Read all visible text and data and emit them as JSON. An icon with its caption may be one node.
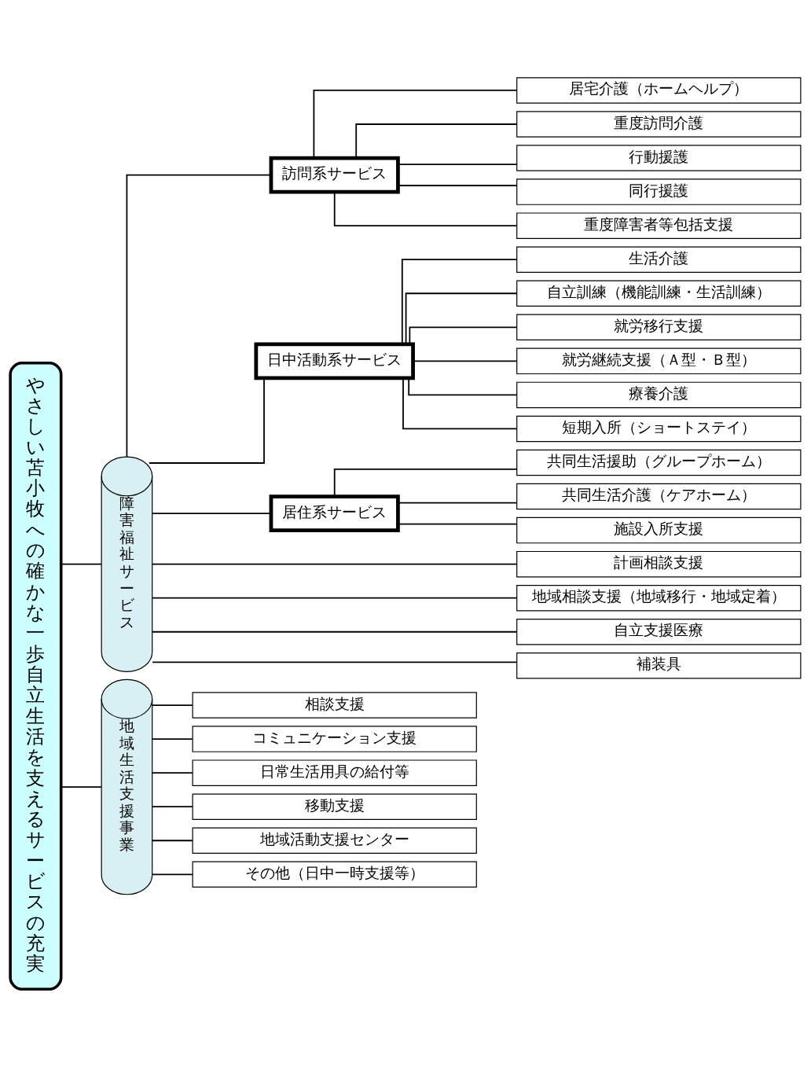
{
  "diagram": {
    "nodes": [
      {
        "text": [
          "やさしい苫小牧への確かな一歩自立生活を支えるサービスの充実"
        ]
      },
      {
        "text": [
          "障害福祉サービス"
        ]
      },
      {
        "text": [
          "訪問系サービス"
        ]
      },
      {
        "text": [
          "居宅介護（ホームヘルプ）"
        ]
      },
      {
        "text": [
          "重度訪問介護"
        ]
      },
      {
        "text": [
          "行動援護"
        ]
      },
      {
        "text": [
          "同行援護"
        ]
      },
      {
        "text": [
          "重度障害者等包括支援"
        ]
      },
      {
        "text": [
          "日中活動系サービス"
        ]
      },
      {
        "text": [
          "生活介護"
        ]
      },
      {
        "text": [
          "自立訓練（機能訓練・生活訓練）"
        ]
      },
      {
        "text": [
          "就労移行支援"
        ]
      },
      {
        "text": [
          "就労継続支援（Ａ型・Ｂ型）"
        ]
      },
      {
        "text": [
          "療養介護"
        ]
      },
      {
        "text": [
          "短期入所（ショートステイ）"
        ]
      },
      {
        "text": [
          "居住系サービス"
        ]
      },
      {
        "text": [
          "共同生活援助（グループホーム）"
        ]
      },
      {
        "text": [
          "共同生活介護（ケアホーム）"
        ]
      },
      {
        "text": [
          "施設入所支援"
        ]
      },
      {
        "text": [
          "計画相談支援"
        ]
      },
      {
        "text": [
          "地域相談支援（地域移行・地域定着）"
        ]
      },
      {
        "text": [
          "自立支援医療"
        ]
      },
      {
        "text": [
          "補装具"
        ]
      },
      {
        "text": [
          "地域生活支援事業"
        ]
      },
      {
        "text": [
          "相談支援"
        ]
      },
      {
        "text": [
          "コミュニケーション支援"
        ]
      },
      {
        "text": [
          "日常生活用具の給付等"
        ]
      },
      {
        "text": [
          "移動支援"
        ]
      },
      {
        "text": [
          "地域活動支援センター"
        ]
      },
      {
        "text": [
          "その他（日中一時支援等）"
        ]
      }
    ],
    "edges": [
      {
        "from": 0,
        "to": 1,
        "arrow": "none"
      },
      {
        "from": 0,
        "to": 23,
        "arrow": "none"
      },
      {
        "from": 1,
        "to": 2,
        "arrow": "none"
      },
      {
        "from": 1,
        "to": 8,
        "arrow": "none"
      },
      {
        "from": 1,
        "to": 15,
        "arrow": "none"
      },
      {
        "from": 1,
        "to": 19,
        "arrow": "none"
      },
      {
        "from": 1,
        "to": 20,
        "arrow": "none"
      },
      {
        "from": 1,
        "to": 21,
        "arrow": "none"
      },
      {
        "from": 1,
        "to": 22,
        "arrow": "none"
      },
      {
        "from": 2,
        "to": 3,
        "arrow": "none"
      },
      {
        "from": 2,
        "to": 4,
        "arrow": "none"
      },
      {
        "from": 2,
        "to": 5,
        "arrow": "none"
      },
      {
        "from": 2,
        "to": 6,
        "arrow": "none"
      },
      {
        "from": 2,
        "to": 7,
        "arrow": "none"
      },
      {
        "from": 8,
        "to": 9,
        "arrow": "none"
      },
      {
        "from": 8,
        "to": 10,
        "arrow": "none"
      },
      {
        "from": 8,
        "to": 11,
        "arrow": "none"
      },
      {
        "from": 8,
        "to": 12,
        "arrow": "none"
      },
      {
        "from": 8,
        "to": 13,
        "arrow": "none"
      },
      {
        "from": 8,
        "to": 14,
        "arrow": "none"
      },
      {
        "from": 15,
        "to": 16,
        "arrow": "none"
      },
      {
        "from": 15,
        "to": 17,
        "arrow": "none"
      },
      {
        "from": 15,
        "to": 18,
        "arrow": "none"
      },
      {
        "from": 23,
        "to": 24,
        "arrow": "none"
      },
      {
        "from": 23,
        "to": 25,
        "arrow": "none"
      },
      {
        "from": 23,
        "to": 26,
        "arrow": "none"
      },
      {
        "from": 23,
        "to": 27,
        "arrow": "none"
      },
      {
        "from": 23,
        "to": 28,
        "arrow": "none"
      },
      {
        "from": 23,
        "to": 29,
        "arrow": "none"
      }
    ]
  }
}
